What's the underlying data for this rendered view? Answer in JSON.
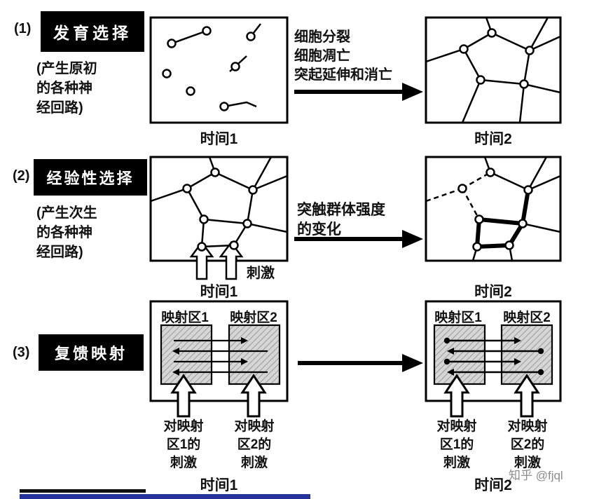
{
  "figure": {
    "watermark": "知乎 @fjql"
  },
  "rows": [
    {
      "index": "(1)",
      "title": "发育选择",
      "subtitle": "(产生原初\n的各种神\n经回路)",
      "process_label": "细胞分裂\n细胞凋亡\n突起延伸和消亡",
      "time1": "时间1",
      "time2": "时间2"
    },
    {
      "index": "(2)",
      "title": "经验性选择",
      "subtitle": "(产生次生\n的各种神\n经回路)",
      "process_label": "突触群体强度\n的变化",
      "stimulus": "刺激",
      "time1": "时间1",
      "time2": "时间2"
    },
    {
      "index": "(3)",
      "title": "复馈映射",
      "map_region_1": "映射区1",
      "map_region_2": "映射区2",
      "stimulus_map1": "对映射\n区1的\n刺激",
      "stimulus_map2": "对映射\n区2的\n刺激",
      "time1": "时间1",
      "time2": "时间2"
    }
  ]
}
